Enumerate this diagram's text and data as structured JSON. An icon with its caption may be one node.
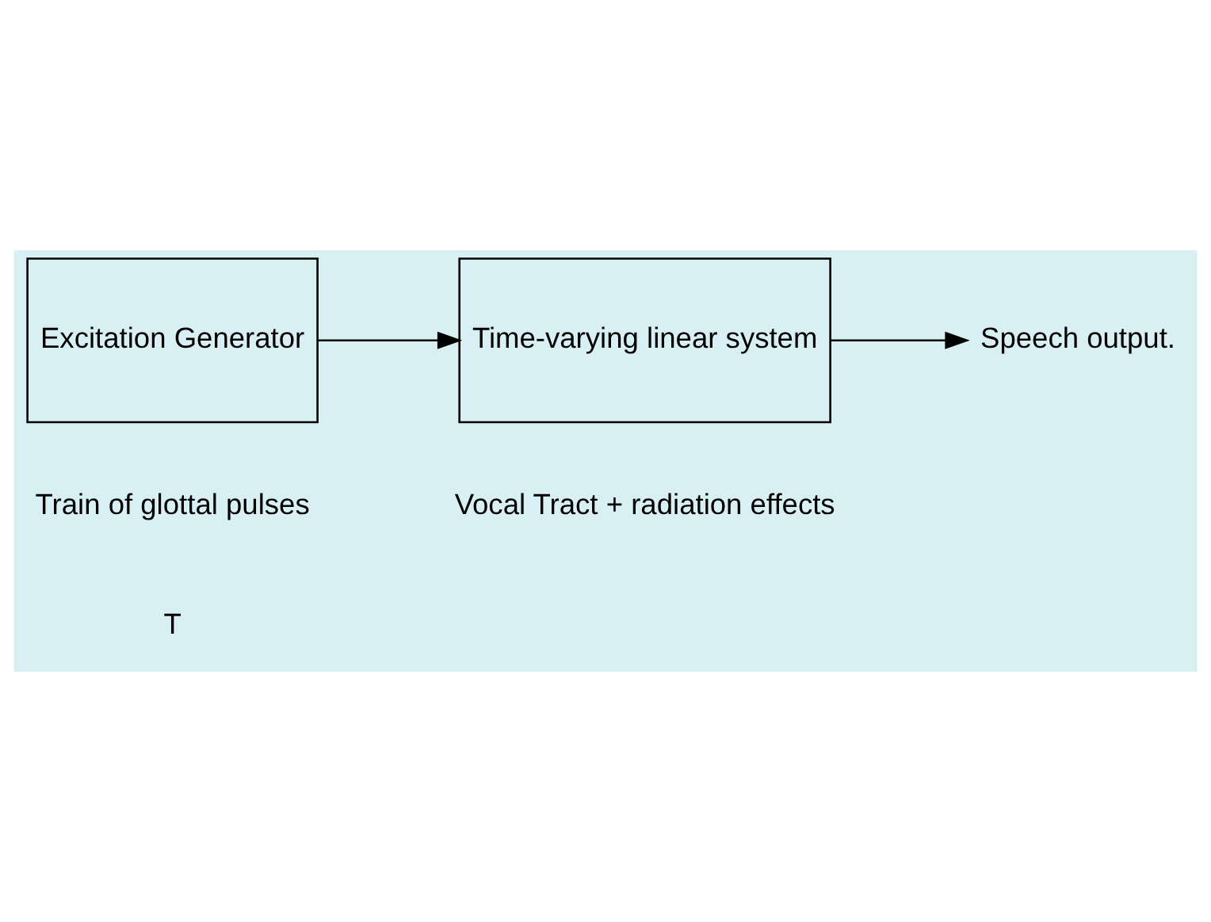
{
  "diagram": {
    "nodes": [
      {
        "text": [
          "Excitation Generator"
        ],
        "beside": [
          "Train of glottal pulses"
        ]
      },
      {
        "text": [
          "Time-varying linear system"
        ],
        "beside": [
          "Vocal Tract + radiation effects"
        ]
      },
      {
        "text": [
          "Speech output."
        ]
      }
    ],
    "edges": [
      {
        "from": 0,
        "to": 1,
        "arrow": "to"
      },
      {
        "from": 1,
        "to": 2,
        "arrow": "to"
      }
    ],
    "labels": [
      "T"
    ]
  }
}
